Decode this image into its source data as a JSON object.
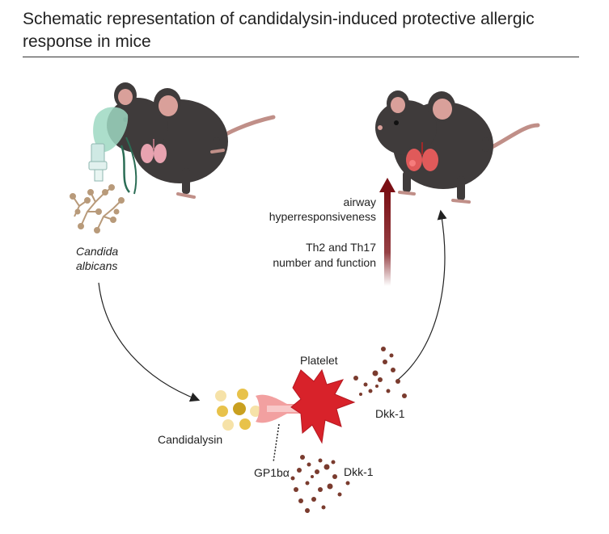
{
  "title": "Schematic representation of candidalysin-induced protective allergic response in mice",
  "labels": {
    "candida_line1": "Candida",
    "candida_line2": "albicans",
    "ahr_line1": "airway",
    "ahr_line2": "hyperresponsiveness",
    "th_line1": "Th2 and Th17",
    "th_line2": "number and function",
    "platelet": "Platelet",
    "dkk1_right": "Dkk-1",
    "candidalysin": "Candidalysin",
    "gp1ba": "GP1bα",
    "dkk1_bottom": "Dkk-1"
  },
  "colors": {
    "mouse_body": "#3f3b3b",
    "mouse_ear": "#d9a09a",
    "lung": "#e8a3b0",
    "inflamed_lung": "#e05a5a",
    "platelet": "#d8222a",
    "receptor": "#f2a0a0",
    "candidalysin": "#e8c24a",
    "dkk1": "#7a3b2e",
    "arrow_up": "#7b1015",
    "arrow": "#222222",
    "fungus": "#b89a7a",
    "mask": "#9ed8c2"
  }
}
